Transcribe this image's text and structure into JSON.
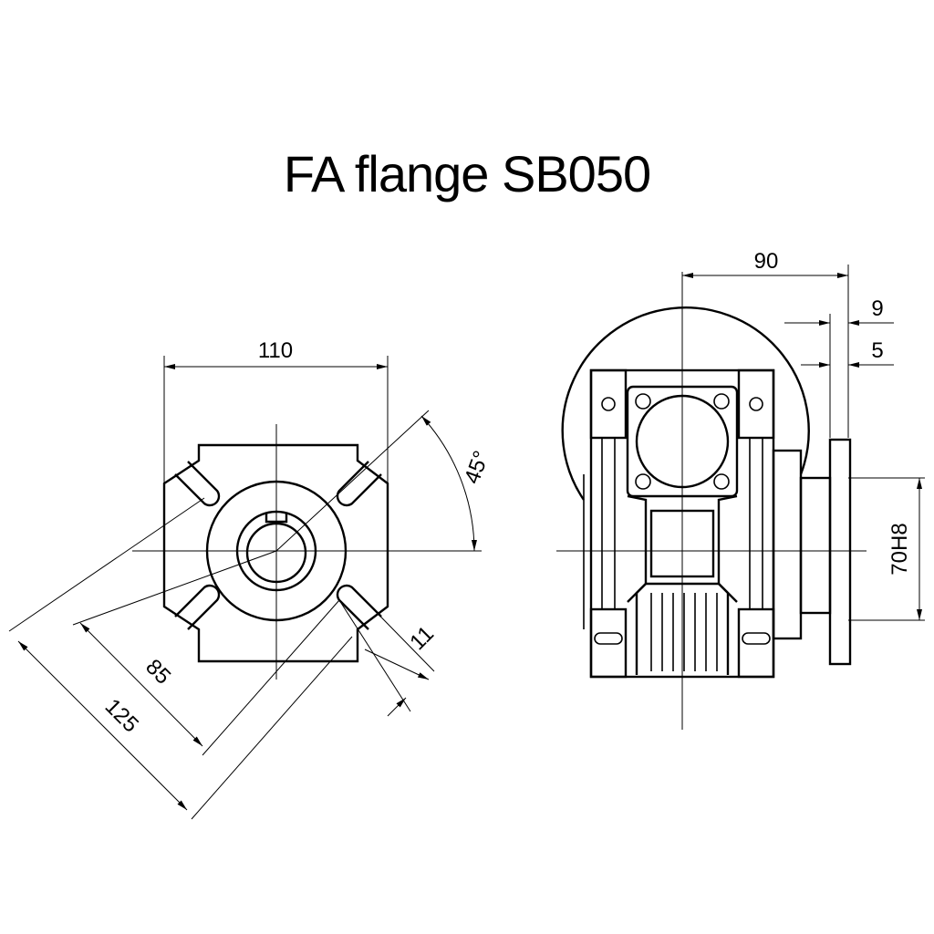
{
  "title": "FA flange SB050",
  "front_view": {
    "dim_width": "110",
    "dim_angle": "45°",
    "dim_bolt_circle_inner": "85",
    "dim_bolt_circle_outer": "125",
    "dim_slot": "11"
  },
  "side_view": {
    "dim_length": "90",
    "dim_flange_offset": "9",
    "dim_flange_thickness": "5",
    "dim_spigot": "70H8"
  }
}
